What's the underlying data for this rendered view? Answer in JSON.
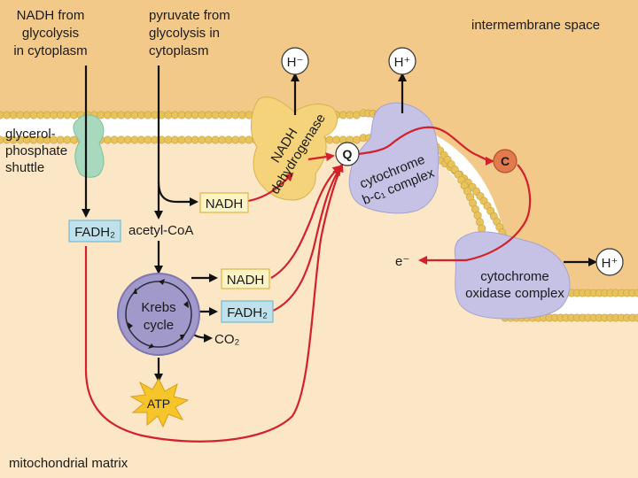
{
  "labels": {
    "nadh_from_glycolysis": [
      "NADH from",
      "glycolysis",
      "in cytoplasm"
    ],
    "pyruvate_from_glycolysis": [
      "pyruvate from",
      "glycolysis in",
      "cytoplasm"
    ],
    "intermembrane_space": "intermembrane space",
    "glycerol_phosphate_shuttle": [
      "glycerol-",
      "phosphate",
      "shuttle"
    ],
    "nadh_dehydrogenase": [
      "NADH",
      "dehydrogenase"
    ],
    "cytochrome_bc1": [
      "cytochrome",
      "b-c₁ complex"
    ],
    "cytochrome_oxidase": [
      "cytochrome",
      "oxidase complex"
    ],
    "q": "Q",
    "c": "C",
    "h_plus": "H⁺",
    "h_minus": "H⁻",
    "e_minus": "e⁻",
    "nadh": "NADH",
    "fadh2": "FADH₂",
    "acetyl_coa": "acetyl-CoA",
    "krebs_cycle": [
      "Krebs",
      "cycle"
    ],
    "co2": "CO₂",
    "atp": "ATP",
    "mitochondrial_matrix": "mitochondrial matrix"
  },
  "colors": {
    "intermembrane_bg": "#f3c98a",
    "matrix_bg": "#fbe6c6",
    "membrane_head": "#e8c25a",
    "tail": "#ffffff",
    "nadh_box": "#fbf3c4",
    "nadh_box_border": "#e0b445",
    "fadh2_box": "#bfe1ec",
    "fadh2_box_border": "#79b9cf",
    "red_arrow": "#d3202a",
    "protein_lavender": "#c6c2e6",
    "dehydrogenase": "#f4d37a",
    "shuttle": "#a8d9bf",
    "krebs": "#a199c9",
    "c_ball": "#e37a4e",
    "atp": "#f5c52a"
  }
}
